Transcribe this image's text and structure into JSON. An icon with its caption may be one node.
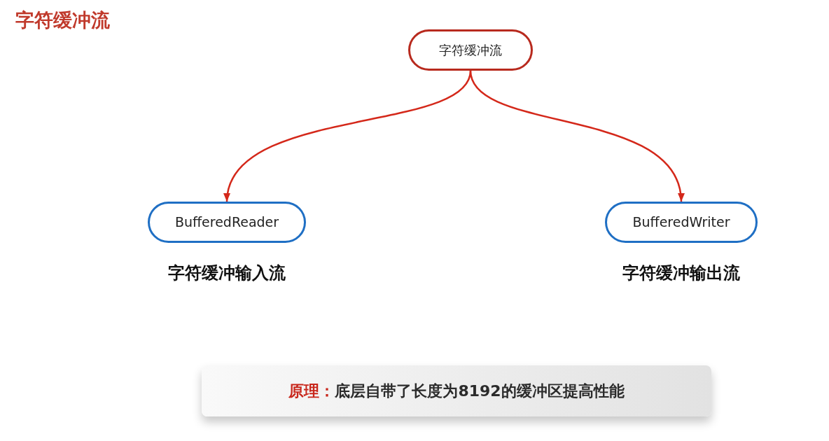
{
  "diagram": {
    "title": "字符缓冲流",
    "nodes": [
      {
        "text": [
          "字符缓冲流"
        ]
      },
      {
        "text": [
          "BufferedReader"
        ],
        "beside": [
          "字符缓冲输入流"
        ]
      },
      {
        "text": [
          "BufferedWriter"
        ],
        "beside": [
          "字符缓冲输出流"
        ]
      },
      {
        "text": [
          "原理：",
          "底层自带了长度为8192的缓冲区提高性能"
        ]
      }
    ],
    "edges": [
      {
        "from": 0,
        "to": 1,
        "arrow": "to"
      },
      {
        "from": 0,
        "to": 2,
        "arrow": "to"
      }
    ]
  }
}
